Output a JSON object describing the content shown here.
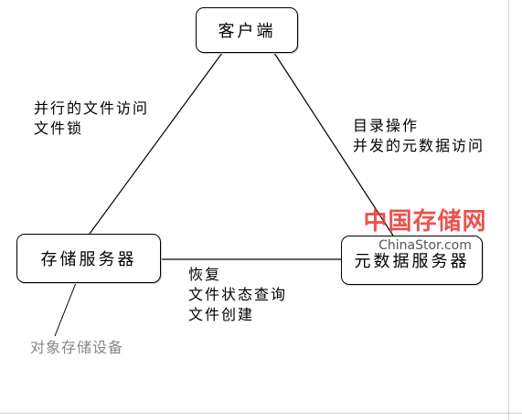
{
  "nodes": {
    "client": "客户端",
    "storage_server": "存储服务器",
    "metadata_server": "元数据服务器"
  },
  "edges": {
    "client_storage": [
      "并行的文件访问",
      "文件锁"
    ],
    "client_metadata": [
      "目录操作",
      "并发的元数据访问"
    ],
    "storage_metadata": [
      "恢复",
      "文件状态查询",
      "文件创建"
    ]
  },
  "storage_device": "对象存储设备",
  "watermark": {
    "chinese": "中国存储网",
    "english": "ChinaStor.com"
  },
  "colors": {
    "line": "#000000",
    "device_text": "#888888",
    "watermark": "#e8342e"
  }
}
